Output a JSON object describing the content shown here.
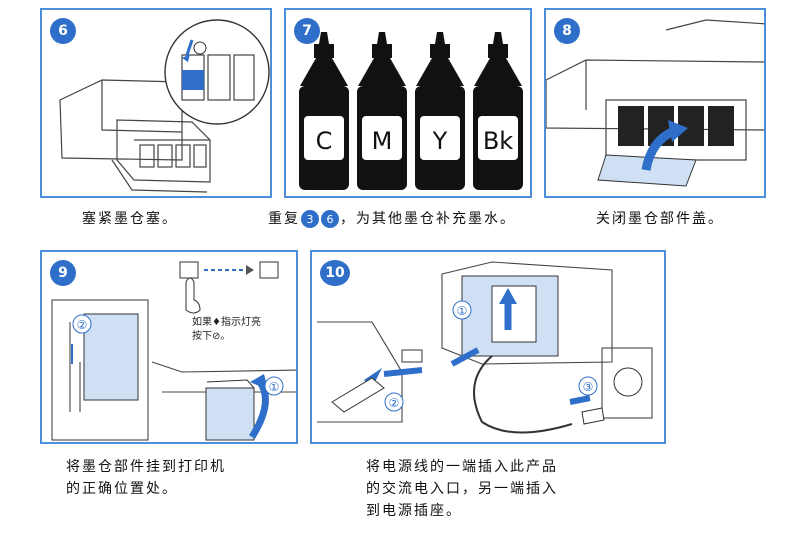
{
  "steps": [
    {
      "number": "6",
      "caption": "塞紧墨仓塞。"
    },
    {
      "number": "7",
      "caption_pre": "重复",
      "range_start": "3",
      "range_end": "6",
      "caption_post": "，为其他墨仓补充墨水。",
      "bottles": [
        "C",
        "M",
        "Y",
        "Bk"
      ]
    },
    {
      "number": "8",
      "caption": "关闭墨仓部件盖。"
    },
    {
      "number": "9",
      "caption": "将墨仓部件挂到打印机\n的正确位置处。",
      "callout_text": "如果♦指示灯亮\n按下⊘。",
      "markers": [
        "①",
        "②"
      ]
    },
    {
      "number": "10",
      "caption": "将电源线的一端插入此产品\n的交流电入口，另一端插入\n到电源插座。",
      "markers": [
        "①",
        "②",
        "③"
      ]
    }
  ],
  "colors": {
    "accent": "#2f6fc9",
    "border": "#4a8fd8",
    "highlight": "#cfe0f4"
  }
}
